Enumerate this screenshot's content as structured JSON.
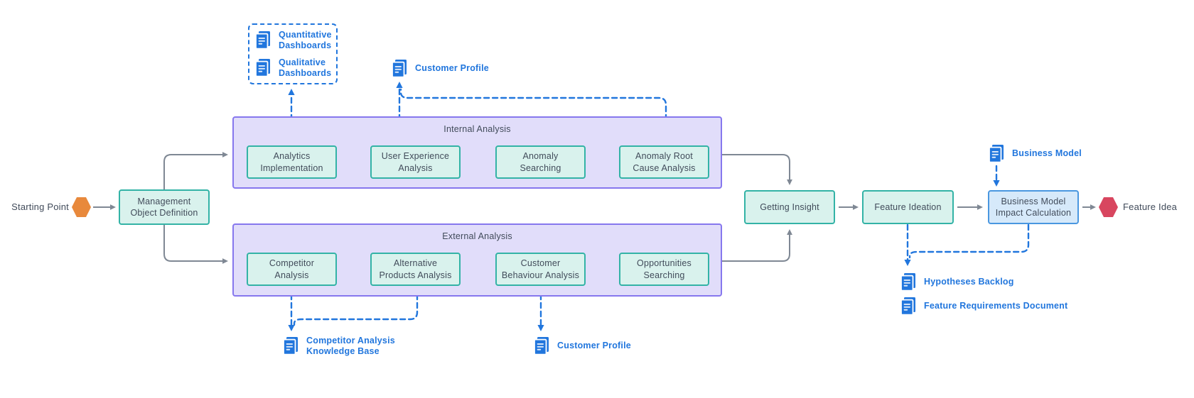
{
  "colors": {
    "blue": "#2176dd",
    "purple_fill": "#e1ddfa",
    "purple_border": "#8677ee",
    "mint_fill": "#d9f2ed",
    "mint_border": "#33b3a6",
    "blue_fill": "#d6e9fa",
    "blue_border": "#4a97e0",
    "gray": "#7f8894",
    "orange": "#e8893c",
    "red": "#d8465f",
    "text": "#414b5a"
  },
  "terminals": {
    "start": "Starting Point",
    "end": "Feature Idea"
  },
  "nodes": {
    "management_object_definition": "Management Object Definition",
    "getting_insight": "Getting Insight",
    "feature_ideation": "Feature Ideation",
    "business_model_impact_calculation": "Business Model Impact Calculation"
  },
  "groups": {
    "internal": {
      "label": "Internal Analysis",
      "steps": [
        "Analytics Implementation",
        "User Experience Analysis",
        "Anomaly Searching",
        "Anomaly Root Cause Analysis"
      ]
    },
    "external": {
      "label": "External Analysis",
      "steps": [
        "Competitor Analysis",
        "Alternative Products Analysis",
        "Customer Behaviour Analysis",
        "Opportunities Searching"
      ]
    }
  },
  "documents": {
    "quantitative_dashboards": "Quantitative Dashboards",
    "qualitative_dashboards": "Qualitative Dashboards",
    "customer_profile_top": "Customer Profile",
    "competitor_analysis_knowledge_base": "Competitor Analysis Knowledge Base",
    "customer_profile_bottom": "Customer Profile",
    "business_model": "Business Model",
    "hypotheses_backlog": "Hypotheses Backlog",
    "feature_requirements_document": "Feature Requirements Document"
  },
  "icons": {
    "document": "document-icon",
    "start_marker": "hexagon-icon",
    "end_marker": "hexagon-icon"
  }
}
